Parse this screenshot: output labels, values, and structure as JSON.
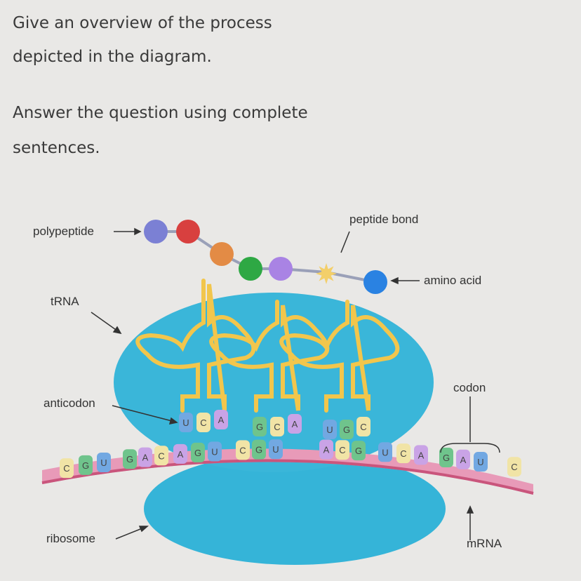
{
  "question": {
    "line1": "Give an overview of the process",
    "line2": "depicted in the diagram.",
    "line3": "Answer the question using complete",
    "line4": "sentences."
  },
  "diagram": {
    "labels": {
      "polypeptide": "polypeptide",
      "trna": "tRNA",
      "anticodon": "anticodon",
      "ribosome": "ribosome",
      "peptide_bond": "peptide bond",
      "amino_acid": "amino acid",
      "codon": "codon",
      "mrna": "mRNA"
    },
    "mrna_bases": [
      "C",
      "G",
      "U",
      "G",
      "A",
      "C",
      "A",
      "G",
      "U",
      "C",
      "G",
      "U",
      "A",
      "C",
      "G",
      "U",
      "C",
      "A",
      "G",
      "A",
      "U",
      "C"
    ],
    "anticodons": [
      [
        "U",
        "C",
        "A"
      ],
      [
        "G",
        "C",
        "A"
      ],
      [
        "U",
        "G",
        "C"
      ]
    ],
    "base_colors": {
      "C": "#f1e4a6",
      "G": "#6fc48c",
      "U": "#72a8e2",
      "A": "#c9a3e6"
    },
    "amino_acid_colors": [
      "#7b80d4",
      "#d8403f",
      "#e38b45",
      "#2ea844",
      "#a983e4",
      "#2a82e2"
    ],
    "ribosome_color": "#35b4d8",
    "mrna_color": "#e89ab8",
    "trna_color": "#f2c64c"
  }
}
